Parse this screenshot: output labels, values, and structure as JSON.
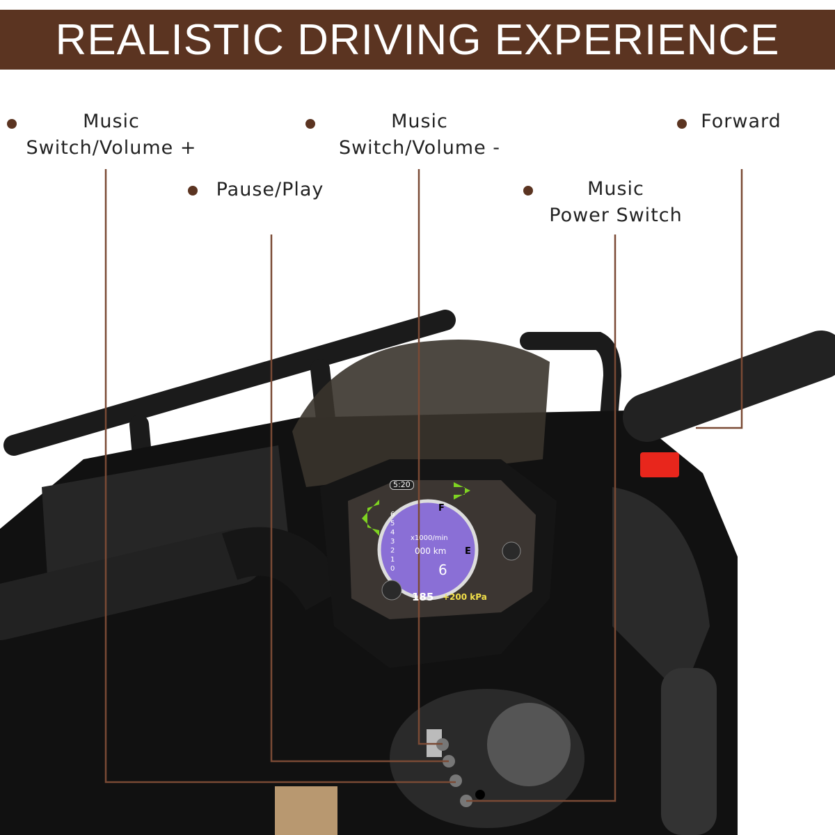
{
  "header": {
    "title": "REALISTIC DRIVING EXPERIENCE"
  },
  "callouts": [
    {
      "id": "volume-up",
      "line1": "Music",
      "line2": "Switch/Volume +"
    },
    {
      "id": "volume-down",
      "line1": "Music",
      "line2": "Switch/Volume -"
    },
    {
      "id": "forward",
      "line1": "Forward",
      "line2": ""
    },
    {
      "id": "pause-play",
      "line1": "Pause/Play",
      "line2": ""
    },
    {
      "id": "power",
      "line1": "Music",
      "line2": "Power Switch"
    }
  ],
  "dashboard": {
    "clock": "5:20",
    "unit": "x1000/min",
    "odometer": "000 km",
    "gear": "6",
    "speed": "185",
    "pressure": "+200 kPa",
    "fuel_full": "F",
    "fuel_empty": "E",
    "rpm_ticks": [
      "0",
      "1",
      "2",
      "3",
      "4",
      "5",
      "6"
    ]
  },
  "colors": {
    "accent": "#5b3421",
    "leader_line": "#7a4a35",
    "indicator_green": "#7ed321",
    "forward_button": "#e8261c"
  }
}
